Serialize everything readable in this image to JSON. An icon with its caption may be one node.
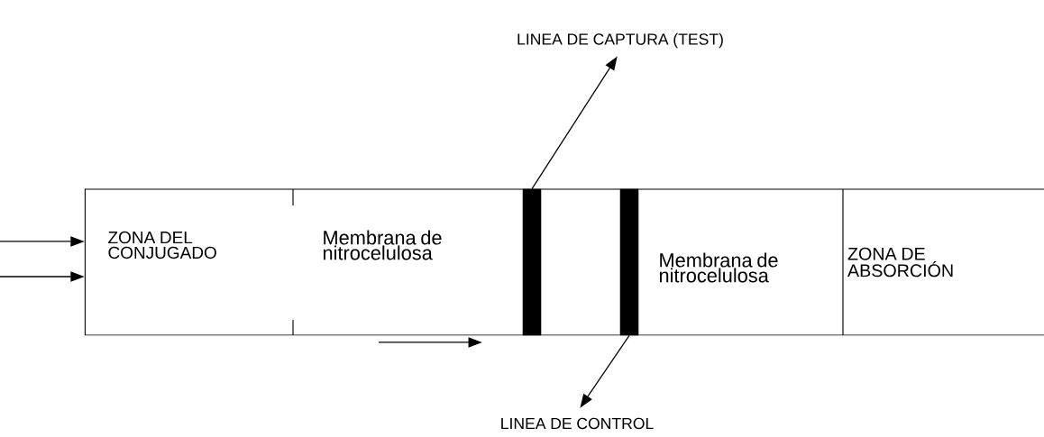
{
  "diagram": {
    "nodes": [
      {
        "text": [],
        "shape": "box"
      },
      {
        "text": [
          "ZONA DEL CONJUGADO"
        ],
        "in": 0
      },
      {
        "text": [
          "Membrana de nitrocelulosa"
        ],
        "in": 0
      },
      {
        "text": [],
        "shape": "bar",
        "in": 0
      },
      {
        "text": [],
        "shape": "bar",
        "in": 0
      },
      {
        "text": [
          "Membrana de nitrocelulosa"
        ],
        "in": 0
      },
      {
        "text": [
          "ZONA DE ABSORCIÓN"
        ],
        "in": 0
      },
      {
        "text": [
          "LINEA DE CAPTURA (TEST)"
        ]
      },
      {
        "text": [
          "LINEA DE CONTROL"
        ]
      }
    ],
    "edges": [
      {
        "from": null,
        "to": 0,
        "arrow": "to"
      },
      {
        "from": null,
        "to": 0,
        "arrow": "to"
      },
      {
        "from": 3,
        "to": 7,
        "arrow": "to"
      },
      {
        "from": 4,
        "to": 8,
        "arrow": "to"
      }
    ]
  }
}
